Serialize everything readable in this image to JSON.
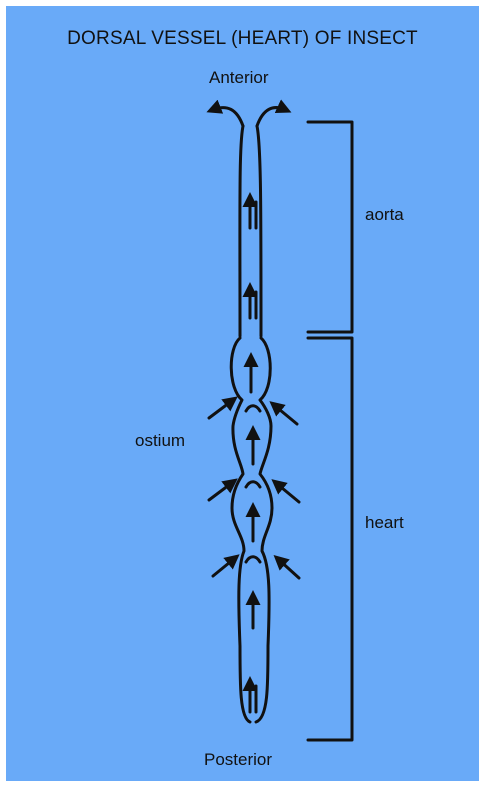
{
  "title": "DORSAL VESSEL (HEART) OF INSECT",
  "labels": {
    "anterior": "Anterior",
    "aorta": "aorta",
    "ostium": "ostium",
    "heart": "heart",
    "posterior": "Posterior"
  },
  "colors": {
    "background": "#69aaf8",
    "frame": "#ffffff",
    "stroke": "#111111"
  }
}
